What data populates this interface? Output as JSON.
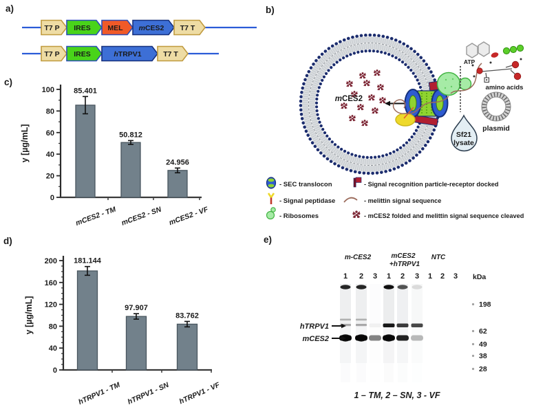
{
  "panel_labels": {
    "a": "a)",
    "b": "b)",
    "c": "c)",
    "d": "d)",
    "e": "e)"
  },
  "constructs": {
    "row1": [
      {
        "label": "T7 P",
        "fill": "#eedca4",
        "stroke": "#c09a3e"
      },
      {
        "label": "IRES",
        "fill": "#49d41a",
        "stroke": "#2a4db8"
      },
      {
        "label": "MEL",
        "fill": "#f05a28",
        "stroke": "#2a4db8"
      },
      {
        "label": "mCES2",
        "fill": "#3d6fd6",
        "stroke": "#16307c"
      },
      {
        "label": "T7 T",
        "fill": "#eedca4",
        "stroke": "#c09a3e"
      }
    ],
    "row2": [
      {
        "label": "T7 P",
        "fill": "#eedca4",
        "stroke": "#c09a3e"
      },
      {
        "label": "IRES",
        "fill": "#49d41a",
        "stroke": "#2a4db8"
      },
      {
        "label": "hTRPV1",
        "fill": "#3d6fd6",
        "stroke": "#16307c"
      },
      {
        "label": "T7 T",
        "fill": "#eedca4",
        "stroke": "#c09a3e"
      }
    ],
    "backbone_color": "#2a5bd7"
  },
  "diagram": {
    "lumen_label": "mCES2",
    "atp_label": "ATP",
    "amino_acids_label": "amino acids",
    "plasmid_label": "plasmid",
    "lysate_line1": "Sf21",
    "lysate_line2": "lysate",
    "membrane_color": "#1c2d6e",
    "ribosome_color": "#a6eba6",
    "receptor_color": "#b11f31",
    "peptidase_color": "#eed92b",
    "protein_color": "#7b2433",
    "legend_left": [
      {
        "icon": "sec-translocon-icon",
        "text": "- SEC translocon"
      },
      {
        "icon": "signal-peptidase-icon",
        "text": "- Signal peptidase"
      },
      {
        "icon": "ribosomes-icon",
        "text": "- Ribosomes"
      }
    ],
    "legend_right": [
      {
        "icon": "srp-receptor-icon",
        "text": "- Signal recognition particle-receptor docked"
      },
      {
        "icon": "melittin-signal-icon",
        "text": "- melittin signal sequence"
      },
      {
        "icon": "mces2-folded-icon",
        "text": "- mCES2 folded and melittin signal sequence cleaved"
      }
    ]
  },
  "chart_data": [
    {
      "type": "bar",
      "panel": "c",
      "categories": [
        "mCES2 - TM",
        "mCES2 - SN",
        "mCES2 - VF"
      ],
      "values": [
        85.401,
        50.812,
        24.956
      ],
      "errors": [
        8,
        1.8,
        2.2
      ],
      "value_labels": [
        "85.401",
        "50.812",
        "24.956"
      ],
      "title": "",
      "xlabel": "",
      "ylabel": "y [µg/mL]",
      "ylim": [
        0,
        100
      ],
      "ytick_step": 20,
      "minor_tick_step": 10,
      "grid": false,
      "legend_position": "none",
      "bar_color": "#72818b",
      "bar_border": "#49565f"
    },
    {
      "type": "bar",
      "panel": "d",
      "categories": [
        "hTRPV1 - TM",
        "hTRPV1 - SN",
        "hTRPV1 - VF"
      ],
      "values": [
        181.144,
        97.907,
        83.762
      ],
      "errors": [
        8,
        5,
        5
      ],
      "value_labels": [
        "181.144",
        "97.907",
        "83.762"
      ],
      "title": "",
      "xlabel": "",
      "ylabel": "y [µg/mL]",
      "ylim": [
        0,
        200
      ],
      "ytick_step": 40,
      "minor_tick_step": 10,
      "grid": false,
      "legend_position": "none",
      "bar_color": "#72818b",
      "bar_border": "#49565f"
    }
  ],
  "gel": {
    "groups": [
      {
        "line1": "m-CES2",
        "line2": ""
      },
      {
        "line1": "mCES2",
        "line2": "+hTRPV1"
      },
      {
        "line1": "NTC",
        "line2": ""
      }
    ],
    "lane_numbers": [
      "1",
      "2",
      "3",
      "1",
      "2",
      "3",
      "1",
      "2",
      "3"
    ],
    "kda_header": "kDa",
    "markers": [
      "198",
      "62",
      "49",
      "38",
      "28"
    ],
    "band_labels": [
      "hTRPV1",
      "mCES2"
    ],
    "lanes": [
      {
        "well": 0.9,
        "smear": 0.5,
        "htrpv1": 0.3,
        "htrpv1_double": true,
        "mces2": 1.0
      },
      {
        "well": 0.9,
        "smear": 0.5,
        "htrpv1": 0.3,
        "htrpv1_double": true,
        "mces2": 1.0
      },
      {
        "well": 0,
        "smear": 0.08,
        "htrpv1": 0.05,
        "htrpv1_double": false,
        "mces2": 0.5
      },
      {
        "well": 1.0,
        "smear": 0.55,
        "htrpv1": 0.95,
        "htrpv1_double": false,
        "mces2": 0.95
      },
      {
        "well": 0.7,
        "smear": 0.45,
        "htrpv1": 0.8,
        "htrpv1_double": false,
        "mces2": 0.9
      },
      {
        "well": 0.12,
        "smear": 0.22,
        "htrpv1": 0.75,
        "htrpv1_double": false,
        "mces2": 0.28
      },
      {
        "well": 0,
        "smear": 0,
        "htrpv1": 0,
        "htrpv1_double": false,
        "mces2": 0
      },
      {
        "well": 0,
        "smear": 0,
        "htrpv1": 0,
        "htrpv1_double": false,
        "mces2": 0
      },
      {
        "well": 0,
        "smear": 0,
        "htrpv1": 0,
        "htrpv1_double": false,
        "mces2": 0
      }
    ],
    "caption": "1 – TM, 2 – SN, 3 - VF"
  }
}
